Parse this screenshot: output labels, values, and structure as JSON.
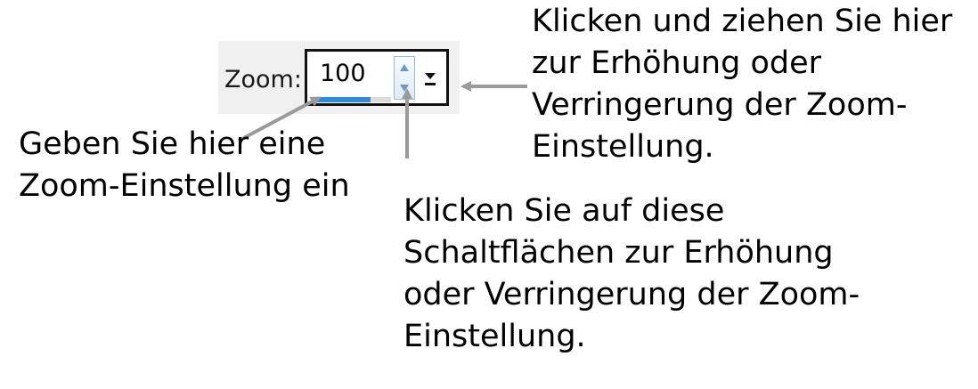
{
  "zoom_widget": {
    "label": "Zoom:",
    "value": "100",
    "progress_fraction": 0.74,
    "icons": {
      "spin_up": "triangle-up-icon",
      "spin_down": "triangle-down-icon",
      "dropdown": "dropdown-arrow-icon"
    }
  },
  "callouts": {
    "drag": {
      "lines": [
        "Klicken und ziehen Sie hier",
        "zur Erhöhung oder",
        "Verringerung der Zoom-",
        "Einstellung."
      ]
    },
    "input": {
      "lines": [
        "Geben Sie hier eine",
        "Zoom-Einstellung ein"
      ]
    },
    "spin": {
      "lines": [
        "Klicken Sie auf diese",
        "Schaltflächen zur Erhöhung",
        "oder Verringerung der Zoom-",
        "Einstellung."
      ]
    }
  },
  "colors": {
    "arrow": "#9a9a9a",
    "progress": "#2b8ae0",
    "toolbar_background": "#f0f0f0"
  }
}
